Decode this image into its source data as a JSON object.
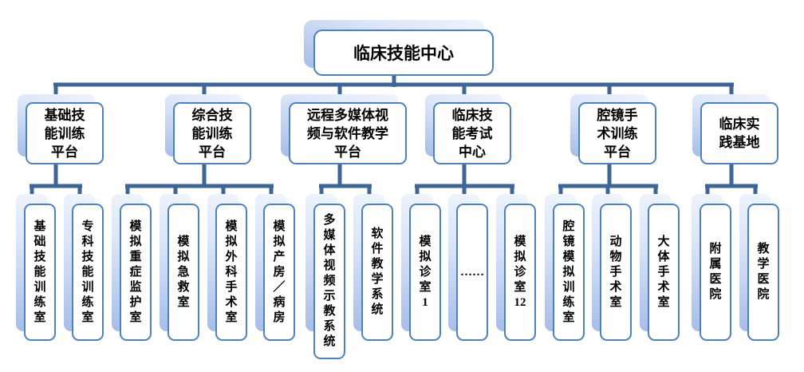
{
  "root": {
    "label": "临床技能中心"
  },
  "groups": [
    {
      "label": "基础技能训练平台",
      "children": [
        "基础技能训练室",
        "专科技能训练室"
      ]
    },
    {
      "label": "综合技能训练平台",
      "children": [
        "模拟重症监护室",
        "模拟急救室",
        "模拟外科手术室",
        "模拟产房／病房"
      ]
    },
    {
      "label": "远程多媒体视频与软件教学平台",
      "children": [
        "多媒体视频示教系统",
        "软件教学系统"
      ]
    },
    {
      "label": "临床技能考试中心",
      "children": [
        "模拟诊室1",
        "……",
        "模拟诊室12"
      ]
    },
    {
      "label": "腔镜手术训练平台",
      "children": [
        "腔镜模拟训练室",
        "动物手术室",
        "大体手术室"
      ]
    },
    {
      "label": "临床实践基地",
      "children": [
        "附属医院",
        "教学医院"
      ]
    }
  ],
  "colors": {
    "connector_line": "#3e6596",
    "box_border": "#4f81bd",
    "shadow_gradient_top": "#f0f5fd",
    "shadow_gradient_bottom": "#a6bde8",
    "box_fill": "#ffffff",
    "text": "#000000",
    "background": "#ffffff"
  }
}
